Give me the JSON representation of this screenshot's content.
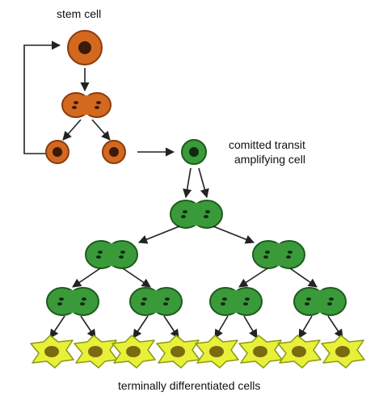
{
  "labels": {
    "stem_cell": "stem cell",
    "transit_line1": "comitted transit",
    "transit_line2": "amplifying cell",
    "terminal": "terminally differentiated cells"
  },
  "colors": {
    "stem_fill": "#d2691e",
    "stem_stroke": "#8b3a0e",
    "nucleus": "#3a1a0a",
    "transit_fill": "#3a9a3a",
    "transit_stroke": "#1e5a1e",
    "transit_nucleus": "#0f2a0f",
    "diff_fill": "#e8f03a",
    "diff_stroke": "#8a9a10",
    "diff_nucleus": "#7a6a10",
    "arrow": "#222222"
  }
}
